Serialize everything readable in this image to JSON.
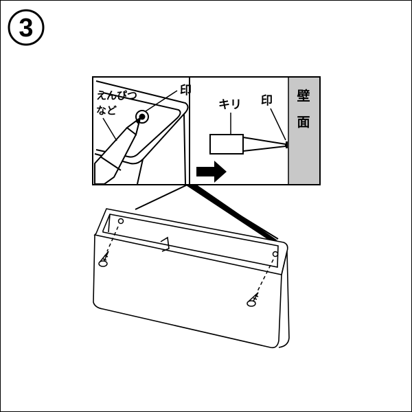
{
  "step": {
    "number": "3"
  },
  "labels": {
    "pencil": [
      "えんぴつ",
      "など"
    ],
    "mark_left": "印",
    "drill": "キリ",
    "mark_right": "印",
    "wall": [
      "壁",
      "面"
    ]
  },
  "colors": {
    "line": "#000000",
    "wall": "#c8c8c8",
    "background": "#ffffff"
  },
  "icons": {
    "step_badge": "circled-number-icon",
    "direction": "right-arrow-icon",
    "fastener": "screw-icon"
  }
}
